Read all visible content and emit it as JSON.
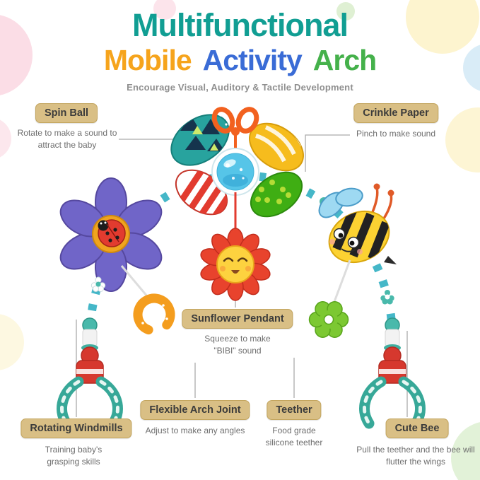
{
  "title": {
    "line1": "Multifunctional",
    "words": [
      {
        "text": "Mobile"
      },
      {
        "text": "Activity"
      },
      {
        "text": "Arch"
      }
    ],
    "subtitle": "Encourage Visual, Auditory & Tactile Development"
  },
  "colors": {
    "title_line1": "#119e93",
    "word_mobile": "#f6a41c",
    "word_activity": "#3a6cd6",
    "word_arch": "#45b14b",
    "callout_bg": "#d9bf85",
    "callout_border": "#c3a55e",
    "callout_text": "#3b3b3b",
    "description_text": "#6e6e6e",
    "arch_teal": "#45b7c8",
    "windmill_purple": "#7065c8",
    "bee_yellow": "#fcd232",
    "sunflower_red": "#e8432d",
    "teether_green": "#7cc832",
    "clamp_red": "#d6382e"
  },
  "callouts": {
    "spin_ball": {
      "label": "Spin Ball",
      "desc": "Rotate to make a sound to attract the baby"
    },
    "crinkle_paper": {
      "label": "Crinkle Paper",
      "desc": "Pinch to make sound"
    },
    "sunflower": {
      "label": "Sunflower Pendant",
      "desc": "Squeeze to make \"BIBI\" sound"
    },
    "windmills": {
      "label": "Rotating Windmills",
      "desc": "Training baby's grasping skills"
    },
    "arch_joint": {
      "label": "Flexible Arch Joint",
      "desc": "Adjust to make any angles"
    },
    "teether": {
      "label": "Teether",
      "desc": "Food grade silicone teether"
    },
    "bee": {
      "label": "Cute Bee",
      "desc": "Pull the teether and the bee will flutter the wings"
    }
  }
}
